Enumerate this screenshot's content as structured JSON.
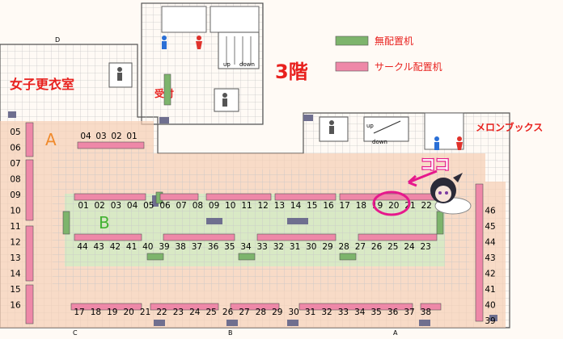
{
  "floor_label": "3階",
  "legend": {
    "no_circle_desk": "無配置机",
    "circle_desk": "サークル配置机",
    "no_circle_color": "#7db46c",
    "circle_color": "#ee88a8"
  },
  "rooms": {
    "womens_changing": "女子更衣室",
    "reception": "受付",
    "melonbooks": "メロンブックス"
  },
  "stair_labels": [
    "up",
    "down"
  ],
  "callout_text": "ココ",
  "blocks": {
    "A": "A",
    "B": "B"
  },
  "column_labels": {
    "D": "D",
    "C": "C",
    "B": "B",
    "A": "A"
  },
  "numbers": {
    "a_top": [
      "04",
      "03",
      "02",
      "01"
    ],
    "a_left": [
      "05",
      "06",
      "07",
      "08",
      "09",
      "10",
      "11",
      "12",
      "13",
      "14",
      "15",
      "16"
    ],
    "a_bottom": [
      "17",
      "18",
      "19",
      "20",
      "21",
      "22",
      "23",
      "24",
      "25",
      "26",
      "27",
      "28",
      "29",
      "30",
      "31",
      "32",
      "33",
      "34",
      "35",
      "36",
      "37",
      "38"
    ],
    "a_right": [
      "39",
      "40",
      "41",
      "42",
      "43",
      "44",
      "45",
      "46"
    ],
    "b_top": [
      "01",
      "02",
      "03",
      "04",
      "05",
      "06",
      "07",
      "08",
      "09",
      "10",
      "11",
      "12",
      "13",
      "14",
      "15",
      "16",
      "17",
      "18",
      "19",
      "20",
      "21",
      "22"
    ],
    "b_bottom": [
      "44",
      "43",
      "42",
      "41",
      "40",
      "39",
      "38",
      "37",
      "36",
      "35",
      "34",
      "33",
      "32",
      "31",
      "30",
      "29",
      "28",
      "27",
      "26",
      "25",
      "24",
      "23"
    ]
  },
  "colors": {
    "grid_line": "#c9c9c9",
    "zone_a": "#f5cdb4",
    "zone_b": "#d3ebc4",
    "accent_red": "#e8211e",
    "callout_magenta": "#e6198c",
    "pillar": "#6f6f8f"
  }
}
